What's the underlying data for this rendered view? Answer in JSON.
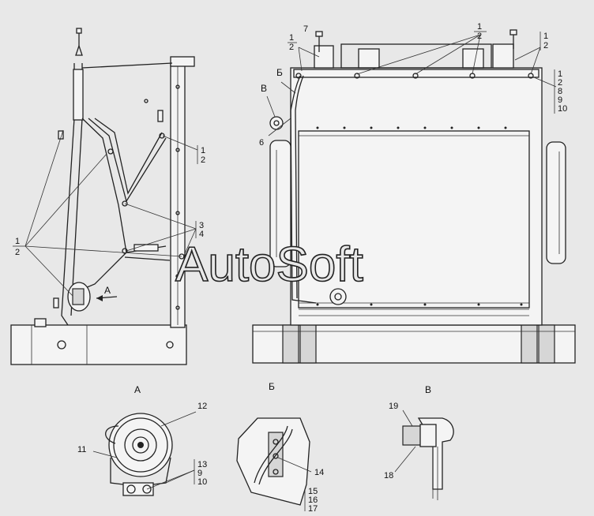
{
  "watermark": "AutoSoft",
  "views": {
    "a": "А",
    "b": "Б",
    "v": "В"
  },
  "callouts": {
    "left": [
      "1",
      "2",
      "3",
      "4",
      "1",
      "2"
    ],
    "right_top": [
      "7",
      "1",
      "2",
      "1",
      "2",
      "1",
      "2",
      "1",
      "2",
      "8",
      "9",
      "10",
      "6"
    ],
    "detail_a": [
      "12",
      "11",
      "13",
      "9",
      "10"
    ],
    "detail_b": [
      "14",
      "15",
      "16",
      "17"
    ],
    "detail_v": [
      "19",
      "18"
    ]
  },
  "view_marks": {
    "arrow_a": "А",
    "mark_b": "Б",
    "mark_v": "В"
  }
}
